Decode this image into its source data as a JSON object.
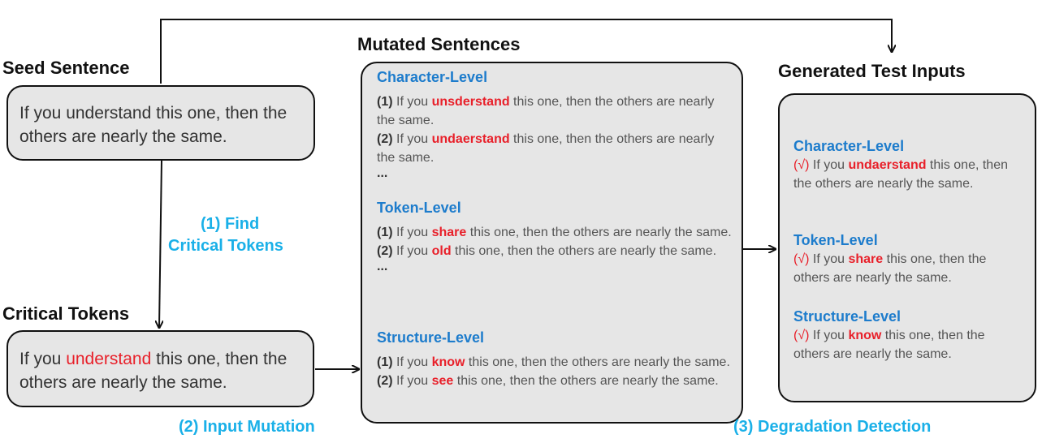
{
  "labels": {
    "seed": "Seed Sentence",
    "critical": "Critical Tokens",
    "mutated": "Mutated Sentences",
    "generated": "Generated Test Inputs"
  },
  "steps": {
    "find_line1": "(1) Find",
    "find_line2": "Critical Tokens",
    "mutation": "(2) Input Mutation",
    "detection": "(3) Degradation Detection"
  },
  "seed_sentence": "If you understand this one, then the others are nearly the same.",
  "critical_sentence": {
    "pre": "If you ",
    "token": "understand",
    "post": " this one, then the others are nearly the same."
  },
  "mutated": [
    {
      "level": "Character-Level",
      "items": [
        {
          "num": "(1)",
          "pre": " If you ",
          "word": "unsderstand",
          "post": " this one, then the others are nearly the same."
        },
        {
          "num": "(2)",
          "pre": " If you ",
          "word": "undaerstand",
          "post": " this one, then the others are nearly the same."
        }
      ],
      "ellipsis": "..."
    },
    {
      "level": "Token-Level",
      "items": [
        {
          "num": "(1)",
          "pre": " If you ",
          "word": "share",
          "post": " this one, then the others are nearly the same."
        },
        {
          "num": "(2)",
          "pre": " If you ",
          "word": "old",
          "post": " this one, then the others are nearly the same."
        }
      ],
      "ellipsis": "..."
    },
    {
      "level": "Structure-Level",
      "items": [
        {
          "num": "(1)",
          "pre": " If you ",
          "word": "know",
          "post": " this one, then the others are nearly the same."
        },
        {
          "num": "(2)",
          "pre": " If you ",
          "word": "see",
          "post": " this one, then the others are nearly the same."
        }
      ]
    }
  ],
  "generated": [
    {
      "level": "Character-Level",
      "mark": "(√)",
      "pre": " If you ",
      "word": "undaerstand",
      "post": " this one, then the others are nearly the same."
    },
    {
      "level": "Token-Level",
      "mark": "(√)",
      "pre": " If you ",
      "word": "share",
      "post": " this one, then the others are nearly the same."
    },
    {
      "level": "Structure-Level",
      "mark": "(√)",
      "pre": " If you ",
      "word": "know",
      "post": " this one, then the others are nearly the same."
    }
  ],
  "colors": {
    "heading": "#1d7ccc",
    "step": "#1ab0e8",
    "highlight": "#e8202a",
    "box": "#e6e6e6"
  }
}
